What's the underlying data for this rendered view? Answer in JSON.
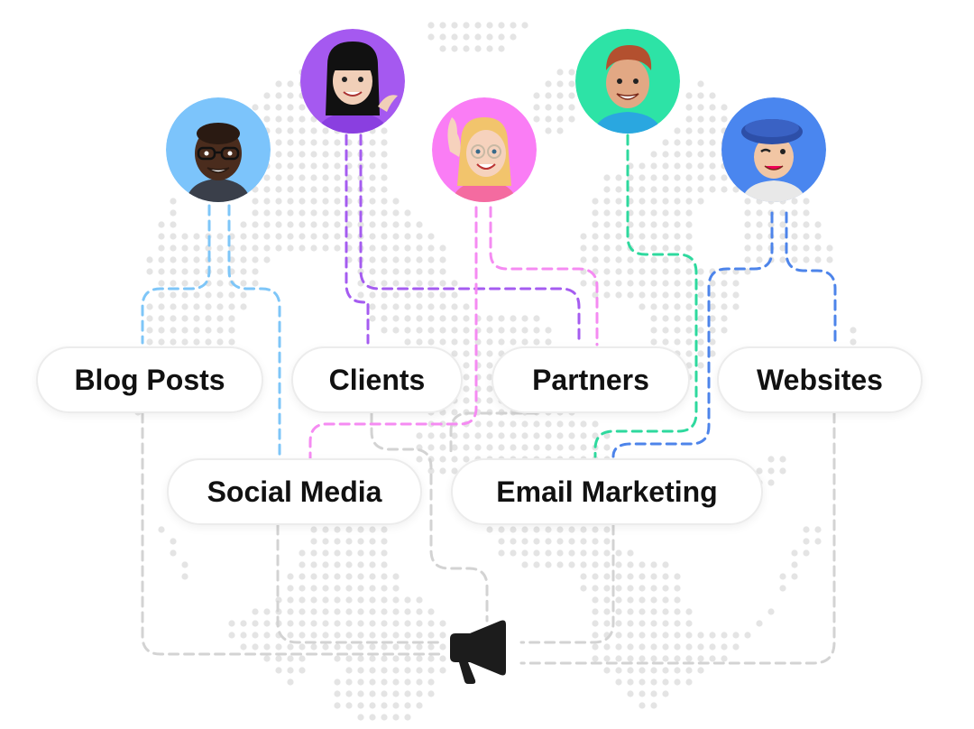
{
  "labels": {
    "blog_posts": "Blog Posts",
    "clients": "Clients",
    "partners": "Partners",
    "websites": "Websites",
    "social_media": "Social Media",
    "email_marketing": "Email Marketing"
  },
  "avatars": [
    {
      "id": "person-glasses-dark",
      "bg": "#7cc4fb"
    },
    {
      "id": "person-black-hair",
      "bg": "#a559f0"
    },
    {
      "id": "person-blonde-waving",
      "bg": "#fa7df5"
    },
    {
      "id": "person-red-hair",
      "bg": "#2de3a6"
    },
    {
      "id": "person-blue-beret",
      "bg": "#4a86ef"
    }
  ],
  "colors": {
    "line_blue": "#7ec6f8",
    "line_purple": "#a55cf0",
    "line_pink": "#f58bf2",
    "line_green": "#2ed99e",
    "line_royal": "#4d84ea",
    "line_gray": "#d3d3d3",
    "globe_dot": "#e4e4e4"
  },
  "icons": {
    "megaphone": "megaphone-icon"
  }
}
